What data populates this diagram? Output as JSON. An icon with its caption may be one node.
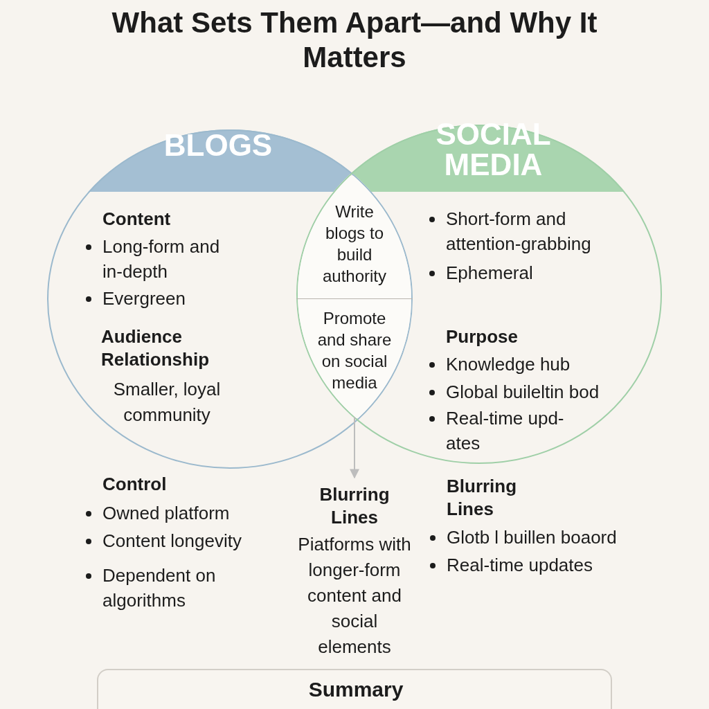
{
  "diagram": {
    "title": "What Sets Them Apart—and Why It Matters",
    "nodes": [
      {
        "text": [
          "BLOGS",
          "Content",
          "Long-form and in-depth",
          "Evergreen",
          "Audience Relationship",
          "Smaller, loyal community"
        ]
      },
      {
        "text": [
          "SOCIAL MEDIA",
          "Short-form and attention-grabbing",
          "Ephemeral",
          "Purpose",
          "Knowledge hub",
          "Global buileltin bod",
          "Real-time upd- ates"
        ]
      },
      {
        "text": [
          "Write blogs to build authority"
        ]
      },
      {
        "text": [
          "Promote and share on social media"
        ]
      },
      {
        "text": [
          "Blurring Lines",
          "Piatforms with longer-form content and social elements"
        ]
      },
      {
        "text": [
          "Summary"
        ]
      }
    ],
    "edges": [
      {
        "from": 3,
        "to": 4,
        "arrow": "to"
      }
    ],
    "labels": [
      "Control",
      "Owned platform",
      "Content longevity",
      "Dependent on algorithms",
      "Blurring Lines",
      "Glotb l buillen boaord",
      "Real-time updates"
    ]
  }
}
